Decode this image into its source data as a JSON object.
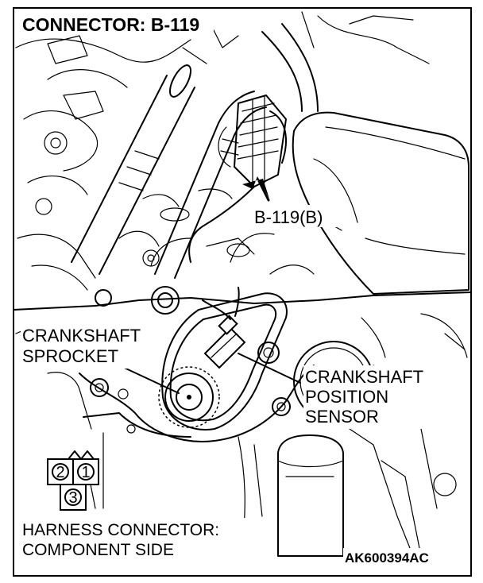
{
  "title": "CONNECTOR: B-119",
  "callouts": {
    "connector_ref": "B-119(B)",
    "sprocket_line1": "CRANKSHAFT",
    "sprocket_line2": "SPROCKET",
    "sensor_line1": "CRANKSHAFT",
    "sensor_line2": "POSITION",
    "sensor_line3": "SENSOR"
  },
  "harness": {
    "pins": [
      "2",
      "1",
      "3"
    ],
    "caption_line1": "HARNESS CONNECTOR:",
    "caption_line2": "COMPONENT SIDE"
  },
  "figure_code": "AK600394AC"
}
